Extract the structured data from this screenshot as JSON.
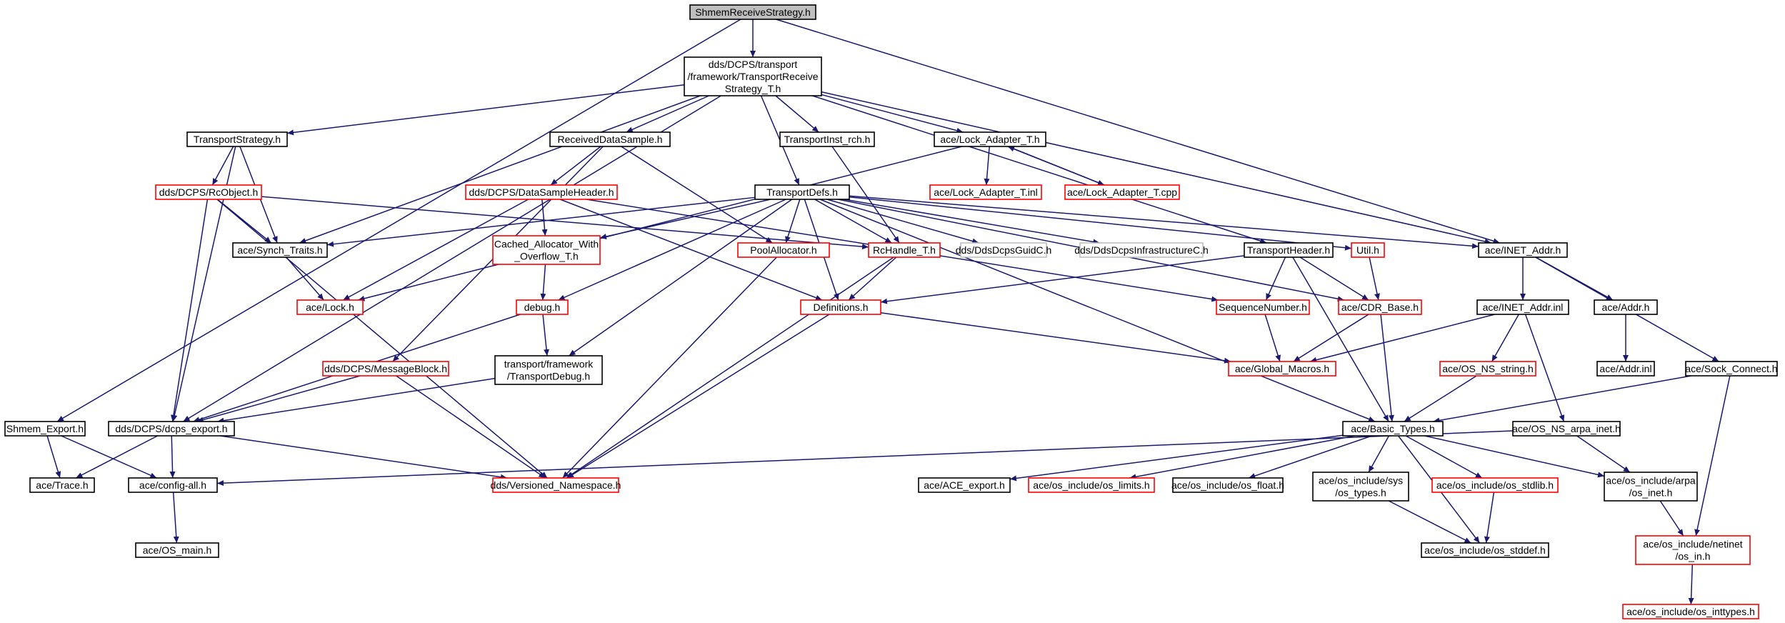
{
  "colors": {
    "edge": "#191970",
    "border_normal": "#000000",
    "border_truncated": "#ff0000",
    "border_external": "#bfbfbf",
    "fill_root": "#bfbfbf",
    "fill_default": "#ffffff"
  },
  "nodes": [
    {
      "id": "root",
      "lines": [
        "ShmemReceiveStrategy.h"
      ],
      "style": "root"
    },
    {
      "id": "trs",
      "lines": [
        "dds/DCPS/transport",
        "/framework/TransportReceive",
        "Strategy_T.h"
      ],
      "style": "normal"
    },
    {
      "id": "ts",
      "lines": [
        "TransportStrategy.h"
      ],
      "style": "normal"
    },
    {
      "id": "rds",
      "lines": [
        "ReceivedDataSample.h"
      ],
      "style": "normal"
    },
    {
      "id": "tir",
      "lines": [
        "TransportInst_rch.h"
      ],
      "style": "normal"
    },
    {
      "id": "lat",
      "lines": [
        "ace/Lock_Adapter_T.h"
      ],
      "style": "normal"
    },
    {
      "id": "rco",
      "lines": [
        "dds/DCPS/RcObject.h"
      ],
      "style": "truncated"
    },
    {
      "id": "dsh",
      "lines": [
        "dds/DCPS/DataSampleHeader.h"
      ],
      "style": "truncated"
    },
    {
      "id": "tdefs",
      "lines": [
        "TransportDefs.h"
      ],
      "style": "normal"
    },
    {
      "id": "lati",
      "lines": [
        "ace/Lock_Adapter_T.inl"
      ],
      "style": "truncated"
    },
    {
      "id": "latc",
      "lines": [
        "ace/Lock_Adapter_T.cpp"
      ],
      "style": "truncated"
    },
    {
      "id": "synch",
      "lines": [
        "ace/Synch_Traits.h"
      ],
      "style": "normal"
    },
    {
      "id": "cawo",
      "lines": [
        "Cached_Allocator_With",
        "_Overflow_T.h"
      ],
      "style": "truncated"
    },
    {
      "id": "pool",
      "lines": [
        "PoolAllocator.h"
      ],
      "style": "truncated"
    },
    {
      "id": "rch",
      "lines": [
        "RcHandle_T.h"
      ],
      "style": "truncated"
    },
    {
      "id": "guid",
      "lines": [
        "dds/DdsDcpsGuidC.h"
      ],
      "style": "external"
    },
    {
      "id": "infra",
      "lines": [
        "dds/DdsDcpsInfrastructureC.h"
      ],
      "style": "external"
    },
    {
      "id": "thdr",
      "lines": [
        "TransportHeader.h"
      ],
      "style": "normal"
    },
    {
      "id": "util",
      "lines": [
        "Util.h"
      ],
      "style": "truncated"
    },
    {
      "id": "inet",
      "lines": [
        "ace/INET_Addr.h"
      ],
      "style": "normal"
    },
    {
      "id": "lock",
      "lines": [
        "ace/Lock.h"
      ],
      "style": "truncated"
    },
    {
      "id": "debug",
      "lines": [
        "debug.h"
      ],
      "style": "truncated"
    },
    {
      "id": "defs",
      "lines": [
        "Definitions.h"
      ],
      "style": "truncated"
    },
    {
      "id": "seq",
      "lines": [
        "SequenceNumber.h"
      ],
      "style": "truncated"
    },
    {
      "id": "cdr",
      "lines": [
        "ace/CDR_Base.h"
      ],
      "style": "truncated"
    },
    {
      "id": "ineti",
      "lines": [
        "ace/INET_Addr.inl"
      ],
      "style": "normal"
    },
    {
      "id": "addr",
      "lines": [
        "ace/Addr.h"
      ],
      "style": "normal"
    },
    {
      "id": "mb",
      "lines": [
        "dds/DCPS/MessageBlock.h"
      ],
      "style": "truncated"
    },
    {
      "id": "tdbg",
      "lines": [
        "transport/framework",
        "/TransportDebug.h"
      ],
      "style": "normal"
    },
    {
      "id": "gm",
      "lines": [
        "ace/Global_Macros.h"
      ],
      "style": "truncated"
    },
    {
      "id": "osns",
      "lines": [
        "ace/OS_NS_string.h"
      ],
      "style": "truncated"
    },
    {
      "id": "addri",
      "lines": [
        "ace/Addr.inl"
      ],
      "style": "normal"
    },
    {
      "id": "sock",
      "lines": [
        "ace/Sock_Connect.h"
      ],
      "style": "normal"
    },
    {
      "id": "shexp",
      "lines": [
        "Shmem_Export.h"
      ],
      "style": "normal"
    },
    {
      "id": "dcpsexp",
      "lines": [
        "dds/DCPS/dcps_export.h"
      ],
      "style": "normal"
    },
    {
      "id": "bt",
      "lines": [
        "ace/Basic_Types.h"
      ],
      "style": "normal"
    },
    {
      "id": "arpa",
      "lines": [
        "ace/OS_NS_arpa_inet.h"
      ],
      "style": "normal"
    },
    {
      "id": "trace",
      "lines": [
        "ace/Trace.h"
      ],
      "style": "normal"
    },
    {
      "id": "cfg",
      "lines": [
        "ace/config-all.h"
      ],
      "style": "normal"
    },
    {
      "id": "vns",
      "lines": [
        "dds/Versioned_Namespace.h"
      ],
      "style": "truncated"
    },
    {
      "id": "aceexp",
      "lines": [
        "ace/ACE_export.h"
      ],
      "style": "normal"
    },
    {
      "id": "lim",
      "lines": [
        "ace/os_include/os_limits.h"
      ],
      "style": "truncated"
    },
    {
      "id": "flt",
      "lines": [
        "ace/os_include/os_float.h"
      ],
      "style": "normal"
    },
    {
      "id": "systypes",
      "lines": [
        "ace/os_include/sys",
        "/os_types.h"
      ],
      "style": "normal"
    },
    {
      "id": "stdlib",
      "lines": [
        "ace/os_include/os_stdlib.h"
      ],
      "style": "truncated"
    },
    {
      "id": "osinet",
      "lines": [
        "ace/os_include/arpa",
        "/os_inet.h"
      ],
      "style": "normal"
    },
    {
      "id": "osmain",
      "lines": [
        "ace/OS_main.h"
      ],
      "style": "normal"
    },
    {
      "id": "stddef",
      "lines": [
        "ace/os_include/os_stddef.h"
      ],
      "style": "normal"
    },
    {
      "id": "netin",
      "lines": [
        "ace/os_include/netinet",
        "/os_in.h"
      ],
      "style": "truncated"
    },
    {
      "id": "inttypes",
      "lines": [
        "ace/os_include/os_inttypes.h"
      ],
      "style": "truncated"
    }
  ],
  "edges": [
    [
      "root",
      "trs"
    ],
    [
      "root",
      "shexp"
    ],
    [
      "root",
      "inet"
    ],
    [
      "trs",
      "ts"
    ],
    [
      "trs",
      "rds"
    ],
    [
      "trs",
      "tir"
    ],
    [
      "trs",
      "lat"
    ],
    [
      "trs",
      "tdefs"
    ],
    [
      "trs",
      "dcpsexp"
    ],
    [
      "trs",
      "synch"
    ],
    [
      "trs",
      "inet"
    ],
    [
      "trs",
      "thdr"
    ],
    [
      "ts",
      "rco"
    ],
    [
      "ts",
      "synch"
    ],
    [
      "ts",
      "dcpsexp"
    ],
    [
      "rds",
      "dsh"
    ],
    [
      "rds",
      "pool"
    ],
    [
      "rds",
      "mb"
    ],
    [
      "tir",
      "rch"
    ],
    [
      "lat",
      "lati"
    ],
    [
      "lat",
      "latc"
    ],
    [
      "lat",
      "lock"
    ],
    [
      "latc",
      "lat"
    ],
    [
      "rco",
      "synch"
    ],
    [
      "rco",
      "rch"
    ],
    [
      "rco",
      "dcpsexp"
    ],
    [
      "rco",
      "vns"
    ],
    [
      "dsh",
      "cawo"
    ],
    [
      "dsh",
      "defs"
    ],
    [
      "dsh",
      "lock"
    ],
    [
      "dsh",
      "seq"
    ],
    [
      "tdefs",
      "synch"
    ],
    [
      "tdefs",
      "cawo"
    ],
    [
      "tdefs",
      "pool"
    ],
    [
      "tdefs",
      "rch"
    ],
    [
      "tdefs",
      "guid"
    ],
    [
      "tdefs",
      "infra"
    ],
    [
      "tdefs",
      "util"
    ],
    [
      "tdefs",
      "inet"
    ],
    [
      "tdefs",
      "debug"
    ],
    [
      "tdefs",
      "defs"
    ],
    [
      "tdefs",
      "tdbg"
    ],
    [
      "tdefs",
      "cdr"
    ],
    [
      "tdefs",
      "bt"
    ],
    [
      "synch",
      "lock"
    ],
    [
      "cawo",
      "debug"
    ],
    [
      "pool",
      "vns"
    ],
    [
      "rch",
      "defs"
    ],
    [
      "rch",
      "vns"
    ],
    [
      "thdr",
      "defs"
    ],
    [
      "thdr",
      "seq"
    ],
    [
      "thdr",
      "cdr"
    ],
    [
      "thdr",
      "bt"
    ],
    [
      "util",
      "cdr"
    ],
    [
      "inet",
      "ineti"
    ],
    [
      "inet",
      "addr"
    ],
    [
      "inet",
      "sock"
    ],
    [
      "debug",
      "tdbg"
    ],
    [
      "debug",
      "dcpsexp"
    ],
    [
      "defs",
      "gm"
    ],
    [
      "defs",
      "vns"
    ],
    [
      "seq",
      "gm"
    ],
    [
      "cdr",
      "gm"
    ],
    [
      "cdr",
      "bt"
    ],
    [
      "ineti",
      "gm"
    ],
    [
      "ineti",
      "osns"
    ],
    [
      "ineti",
      "arpa"
    ],
    [
      "addr",
      "addri"
    ],
    [
      "mb",
      "dcpsexp"
    ],
    [
      "mb",
      "vns"
    ],
    [
      "tdbg",
      "dcpsexp"
    ],
    [
      "osns",
      "bt"
    ],
    [
      "sock",
      "bt"
    ],
    [
      "sock",
      "netin"
    ],
    [
      "shexp",
      "trace"
    ],
    [
      "shexp",
      "cfg"
    ],
    [
      "dcpsexp",
      "trace"
    ],
    [
      "dcpsexp",
      "cfg"
    ],
    [
      "dcpsexp",
      "vns"
    ],
    [
      "bt",
      "aceexp"
    ],
    [
      "bt",
      "lim"
    ],
    [
      "bt",
      "flt"
    ],
    [
      "bt",
      "systypes"
    ],
    [
      "bt",
      "stdlib"
    ],
    [
      "bt",
      "osinet"
    ],
    [
      "bt",
      "stddef"
    ],
    [
      "arpa",
      "cfg"
    ],
    [
      "arpa",
      "osinet"
    ],
    [
      "cfg",
      "osmain"
    ],
    [
      "systypes",
      "stddef"
    ],
    [
      "stdlib",
      "stddef"
    ],
    [
      "osinet",
      "netin"
    ],
    [
      "netin",
      "inttypes"
    ]
  ]
}
